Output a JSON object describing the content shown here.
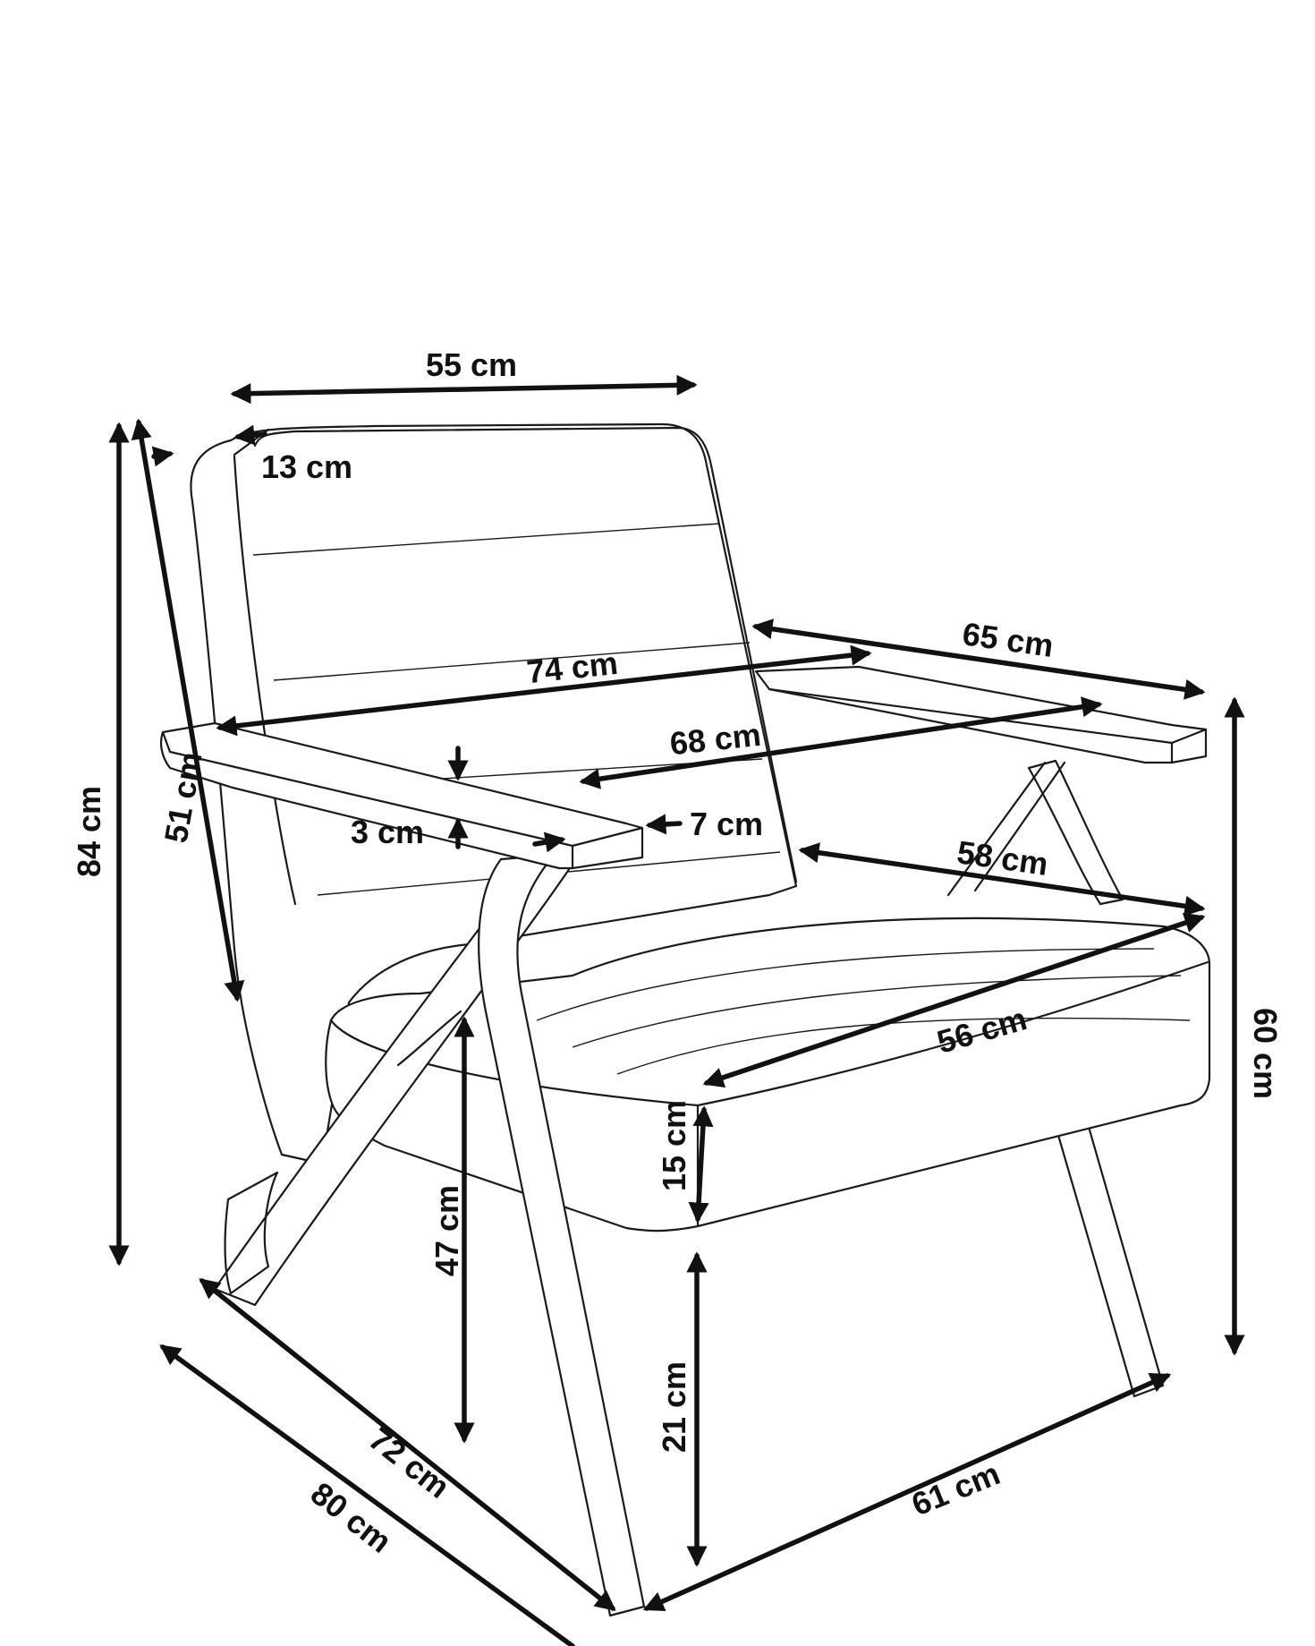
{
  "labels": {
    "backrest_width": "55 cm",
    "backrest_depth": "13 cm",
    "overall_height": "84 cm",
    "backrest_height": "51 cm",
    "overall_width": "74 cm",
    "armrest_length": "65 cm",
    "inner_width": "68 cm",
    "armrest_thickness": "3 cm",
    "armrest_width": "7 cm",
    "seat_depth": "58 cm",
    "seat_width": "56 cm",
    "arm_height": "60 cm",
    "cushion_thickness": "15 cm",
    "seat_height": "47 cm",
    "ground_clearance": "21 cm",
    "base_depth": "72 cm",
    "overall_depth": "80 cm",
    "base_width": "61 cm"
  },
  "colors": {
    "line": "#1a1a1a",
    "dimension": "#111111",
    "background": "#ffffff"
  }
}
